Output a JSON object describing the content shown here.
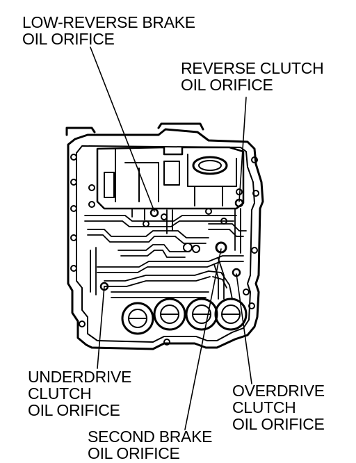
{
  "labels": {
    "low_reverse": {
      "line1": "LOW-REVERSE BRAKE",
      "line2": "OIL ORIFICE"
    },
    "reverse_clutch": {
      "line1": "REVERSE CLUTCH",
      "line2": "OIL ORIFICE"
    },
    "underdrive": {
      "line1": "UNDERDRIVE",
      "line2": "CLUTCH",
      "line3": "OIL ORIFICE"
    },
    "overdrive": {
      "line1": "OVERDRIVE",
      "line2": "CLUTCH",
      "line3": "OIL ORIFICE"
    },
    "second_brake": {
      "line1": "SECOND BRAKE",
      "line2": "OIL ORIFICE"
    }
  }
}
